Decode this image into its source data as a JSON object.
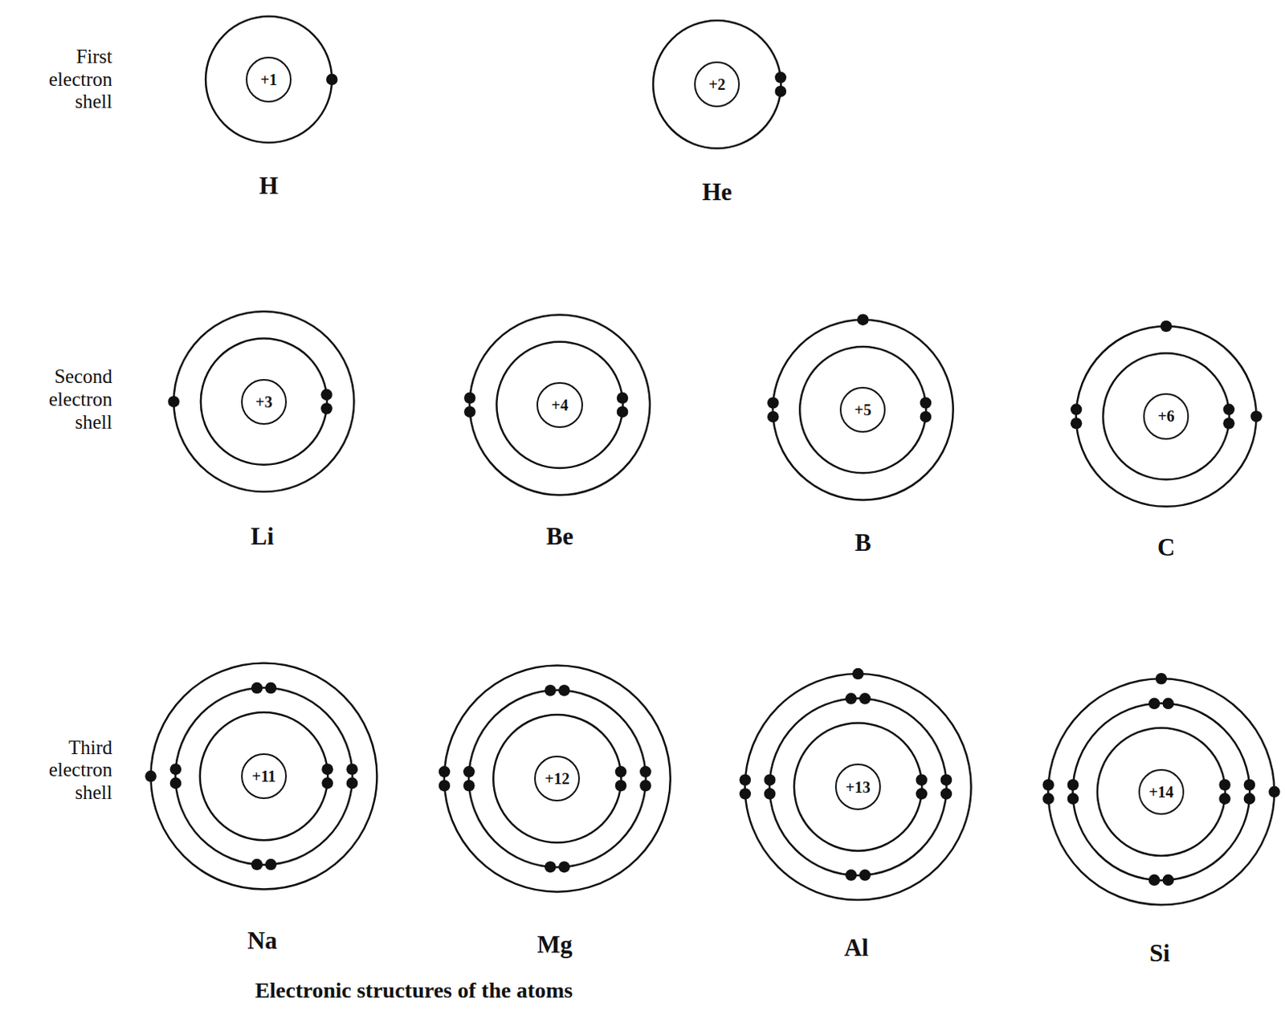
{
  "diagram": {
    "caption": "Electronic structures of the atoms",
    "nodes": [
      {
        "text": [
          "+1"
        ]
      },
      {
        "text": [
          "+2"
        ]
      },
      {
        "text": [
          "+3"
        ]
      },
      {
        "text": [
          "+4"
        ]
      },
      {
        "text": [
          "+5"
        ]
      },
      {
        "text": [
          "+6"
        ]
      },
      {
        "text": [
          "+11"
        ]
      },
      {
        "text": [
          "+12"
        ]
      },
      {
        "text": [
          "+13"
        ]
      },
      {
        "text": [
          "+14"
        ]
      }
    ],
    "labels": [
      "First electron shell",
      "H",
      "He",
      "Second electron shell",
      "Li",
      "Be",
      "B",
      "C",
      "Third electron shell",
      "Na",
      "Mg",
      "Al",
      "Si"
    ]
  }
}
